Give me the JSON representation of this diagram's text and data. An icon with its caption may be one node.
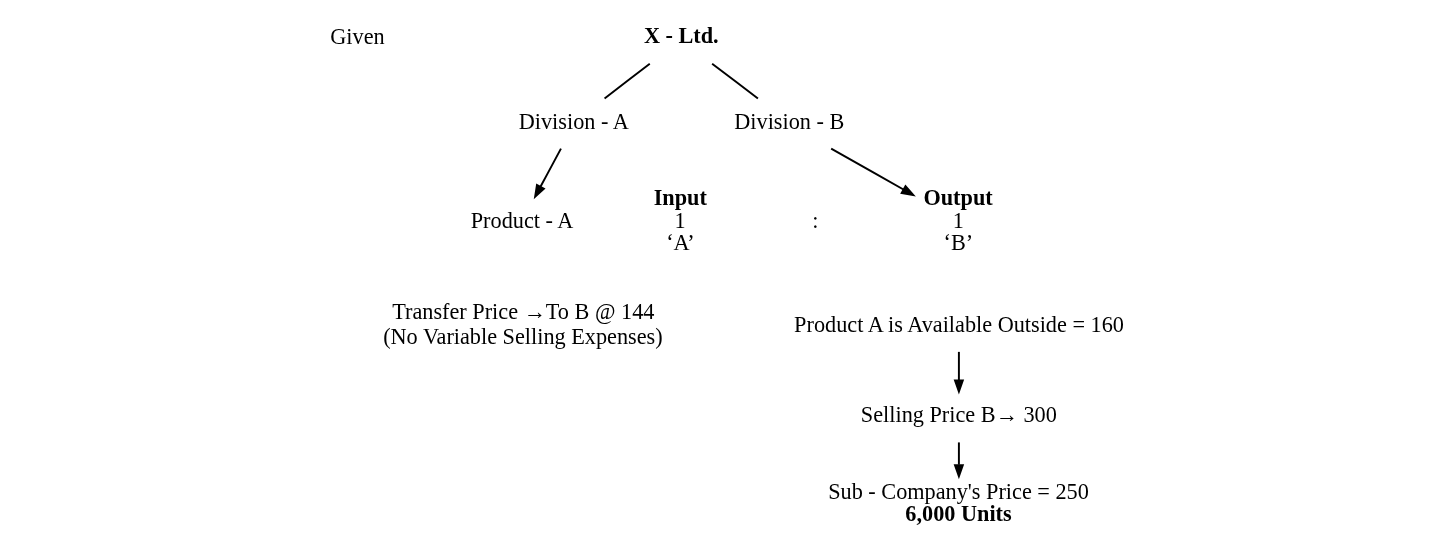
{
  "diagram": {
    "nodes": [
      {
        "text": [
          "**X - Ltd.**"
        ]
      },
      {
        "text": [
          "Division - A"
        ]
      },
      {
        "text": [
          "Product - A"
        ]
      },
      {
        "text": [
          "Transfer Price →To B @ 144",
          "(No Variable Selling Expenses)"
        ]
      },
      {
        "text": [
          "Division - B"
        ]
      },
      {
        "text": [
          "**Input**",
          "1",
          "‘A’"
        ]
      },
      {
        "text": [
          "**Output**",
          "1",
          "‘B’"
        ]
      },
      {
        "text": [
          "Product A is Available Outside = 160"
        ]
      },
      {
        "text": [
          "Selling Price B→ 300"
        ]
      },
      {
        "text": [
          "Sub - Company's Price = 250",
          "**6,000 Units**"
        ]
      }
    ],
    "edges": [
      {
        "from": 0,
        "to": 1,
        "arrow": "none"
      },
      {
        "from": 0,
        "to": 4,
        "arrow": "none"
      },
      {
        "from": 1,
        "to": 2,
        "arrow": "to"
      },
      {
        "from": 4,
        "to": 6,
        "arrow": "to"
      },
      {
        "from": 7,
        "to": 8,
        "arrow": "to"
      },
      {
        "from": 8,
        "to": 9,
        "arrow": "to"
      }
    ],
    "labels": [
      "Given",
      ":"
    ]
  }
}
